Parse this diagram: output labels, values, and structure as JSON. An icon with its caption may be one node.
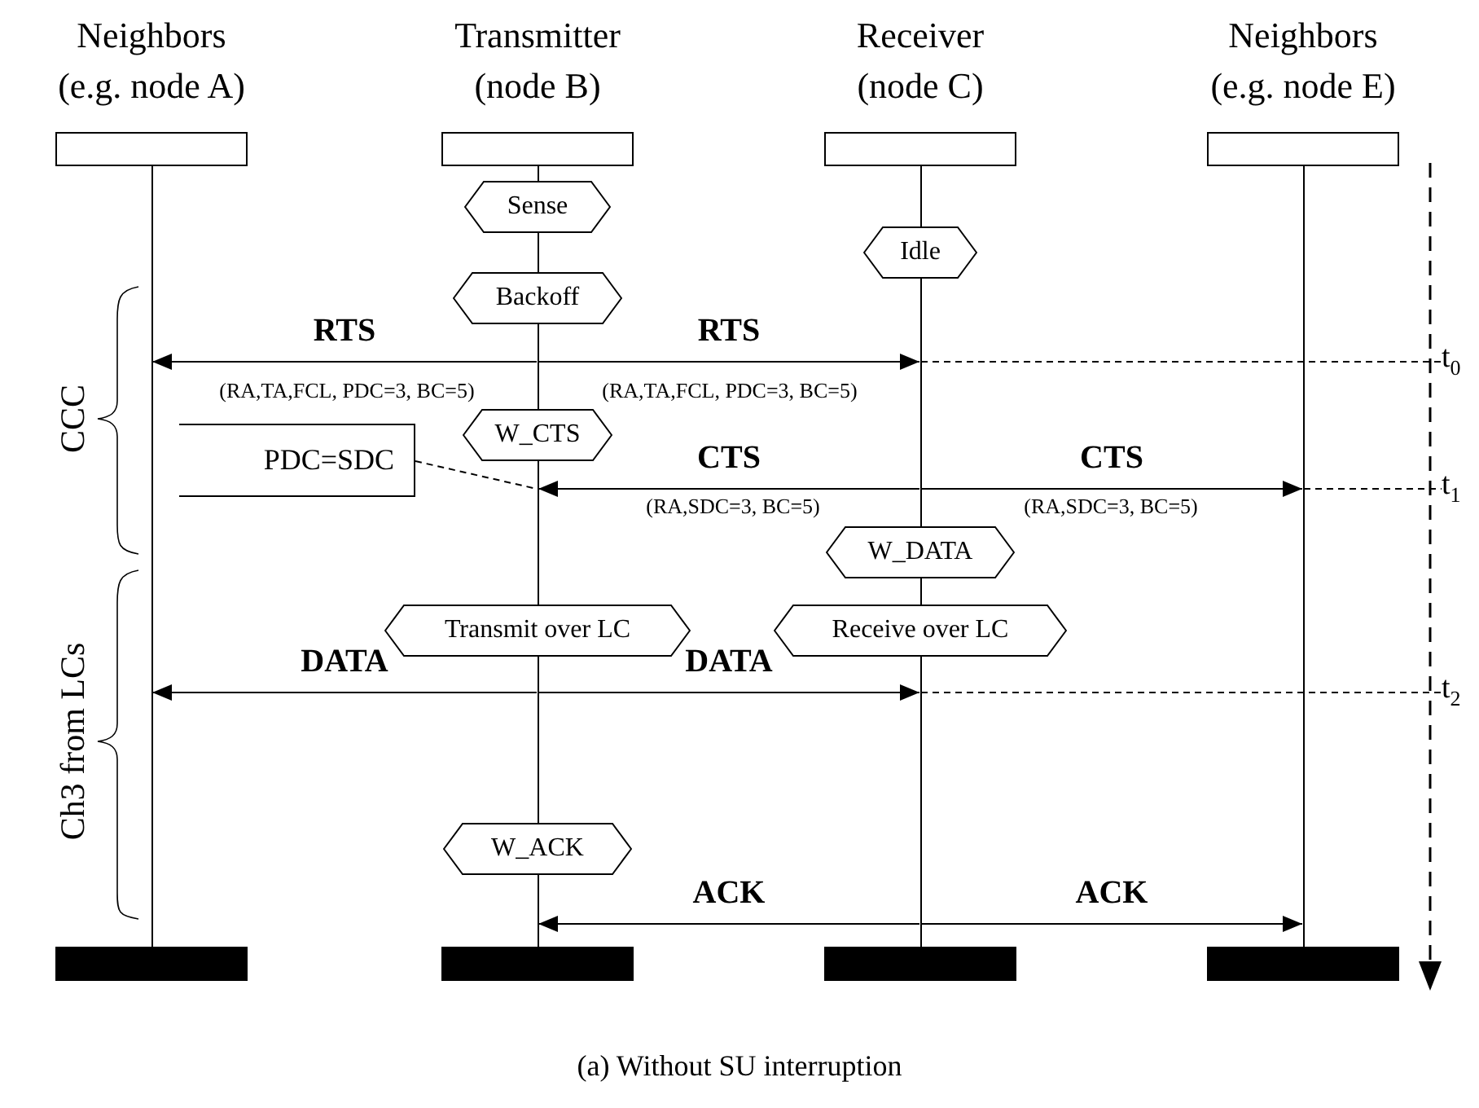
{
  "diagram": {
    "caption": "(a) Without SU interruption",
    "nodes": [
      {
        "text": [
          "Neighbors (e.g. node A)"
        ]
      },
      {
        "text": [
          "Transmitter (node B)"
        ]
      },
      {
        "text": [
          "Receiver (node C)"
        ]
      },
      {
        "text": [
          "Neighbors (e.g. node E)"
        ]
      },
      {
        "text": [],
        "shape": "line"
      },
      {
        "text": [],
        "shape": "line"
      },
      {
        "text": [],
        "shape": "line"
      },
      {
        "text": [],
        "shape": "line"
      },
      {
        "text": [],
        "shape": "line"
      },
      {
        "text": [],
        "shape": "line"
      },
      {
        "text": [],
        "shape": "line"
      },
      {
        "text": [],
        "shape": "line"
      },
      {
        "text": [],
        "shape": "line"
      },
      {
        "text": [],
        "shape": "line"
      },
      {
        "text": [],
        "shape": "line"
      },
      {
        "text": [],
        "shape": "line"
      },
      {
        "text": [],
        "shape": "bar"
      },
      {
        "text": [],
        "shape": "bar"
      },
      {
        "text": [],
        "shape": "bar"
      },
      {
        "text": [],
        "shape": "bar"
      },
      {
        "text": [
          "Sense"
        ]
      },
      {
        "text": [
          "Idle"
        ]
      },
      {
        "text": [
          "Backoff"
        ]
      },
      {
        "text": [
          "W_CTS"
        ]
      },
      {
        "text": [
          "PDC=SDC"
        ]
      },
      {
        "text": [
          "W_DATA"
        ]
      },
      {
        "text": [
          "Transmit over LC"
        ]
      },
      {
        "text": [
          "Receive over LC"
        ]
      },
      {
        "text": [
          "W_ACK"
        ]
      },
      {
        "text": [
          "t$_{0}$"
        ]
      },
      {
        "text": [
          "t$_{1}$"
        ]
      },
      {
        "text": [
          "t$_{2}$"
        ]
      }
    ],
    "edges": [
      {
        "from": 7,
        "to": 4,
        "arrow": "to",
        "label": "RTS"
      },
      {
        "from": 7,
        "to": 12,
        "arrow": "to",
        "label": "RTS"
      },
      {
        "from": 12,
        "to": 29,
        "arrow": "none",
        "style": "dashed"
      },
      {
        "from": 12,
        "to": 8,
        "arrow": "to",
        "label": "CTS"
      },
      {
        "from": 12,
        "to": 15,
        "arrow": "to",
        "label": "CTS"
      },
      {
        "from": 15,
        "to": 30,
        "arrow": "none",
        "style": "dashed"
      },
      {
        "from": 24,
        "to": 8,
        "arrow": "none",
        "style": "dashed"
      },
      {
        "from": 9,
        "to": 4,
        "arrow": "to",
        "label": "DATA"
      },
      {
        "from": 9,
        "to": 14,
        "arrow": "to",
        "label": "DATA"
      },
      {
        "from": 14,
        "to": 31,
        "arrow": "none",
        "style": "dashed"
      },
      {
        "from": 14,
        "to": 10,
        "arrow": "to",
        "label": "ACK"
      },
      {
        "from": 14,
        "to": 15,
        "arrow": "to",
        "label": "ACK"
      }
    ],
    "labels": [
      "CCC",
      "(RA,TA,FCL, PDC=3, BC=5)",
      "(RA,TA,FCL, PDC=3, BC=5)",
      "(RA,SDC=3, BC=5)",
      "(RA,SDC=3, BC=5)",
      "Ch3 from LCs"
    ]
  }
}
